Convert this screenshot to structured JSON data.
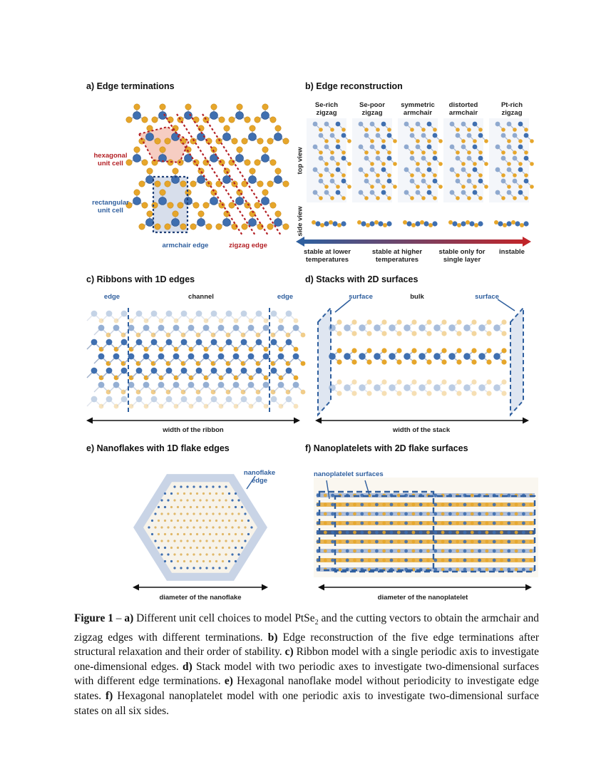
{
  "panels": {
    "a": {
      "title": "a) Edge terminations",
      "hex_label_line1": "hexagonal",
      "hex_label_line2": "unit cell",
      "rect_label_line1": "rectangular",
      "rect_label_line2": "unit cell",
      "armchair_label": "armchair edge",
      "zigzag_label": "zigzag edge"
    },
    "b": {
      "title": "b) Edge reconstruction",
      "columns": [
        {
          "line1": "Se-rich",
          "line2": "zigzag"
        },
        {
          "line1": "Se-poor",
          "line2": "zigzag"
        },
        {
          "line1": "symmetric",
          "line2": "armchair"
        },
        {
          "line1": "distorted",
          "line2": "armchair"
        },
        {
          "line1": "Pt-rich",
          "line2": "zigzag"
        }
      ],
      "top_view": "top view",
      "side_view": "side view",
      "stability": [
        {
          "line1": "stable at lower",
          "line2": "temperatures"
        },
        {
          "line1": "stable at higher",
          "line2": "temperatures"
        },
        {
          "line1": "stable only for",
          "line2": "single layer"
        },
        {
          "line1": "instable",
          "line2": ""
        }
      ]
    },
    "c": {
      "title": "c) Ribbons with 1D edges",
      "edge_left": "edge",
      "channel": "channel",
      "edge_right": "edge",
      "width_label": "width of the ribbon"
    },
    "d": {
      "title": "d) Stacks with 2D surfaces",
      "surface_left": "surface",
      "bulk": "bulk",
      "surface_right": "surface",
      "width_label": "width of the stack"
    },
    "e": {
      "title": "e) Nanoflakes with 1D flake edges",
      "edge_line1": "nanoflake",
      "edge_line2": "edge",
      "diameter_label": "diameter of the nanoflake"
    },
    "f": {
      "title": "f) Nanoplatelets with 2D flake surfaces",
      "surfaces_label": "nanoplatelet surfaces",
      "diameter_label": "diameter of the nanoplatelet"
    }
  },
  "caption": {
    "fig_label": "Figure 1",
    "dash": " – ",
    "a_label": "a)",
    "a_text": " Different unit cell choices to model PtSe",
    "a_sub": "2",
    "a_text2": " and the cutting vectors to obtain the armchair and zigzag edges with different terminations. ",
    "b_label": "b)",
    "b_text": " Edge reconstruction of the five edge terminations after structural relaxation and their order of stability. ",
    "c_label": "c)",
    "c_text": " Ribbon model with a single periodic axis to investigate one-dimensional edges. ",
    "d_label": "d)",
    "d_text": " Stack model with two periodic axes to investigate two-dimensional surfaces with different edge terminations. ",
    "e_label": "e)",
    "e_text": " Hexagonal nanoflake model without periodicity to investigate edge states. ",
    "f_label": "f)",
    "f_text": " Hexagonal nanoplatelet model with one periodic axis to investigate two-dimensional surface states on all six sides."
  },
  "colors": {
    "pt_blue": "#3f6fb0",
    "se_gold": "#e6a62b",
    "accent_red": "#b31f24",
    "accent_blue": "#2f5f9e"
  }
}
